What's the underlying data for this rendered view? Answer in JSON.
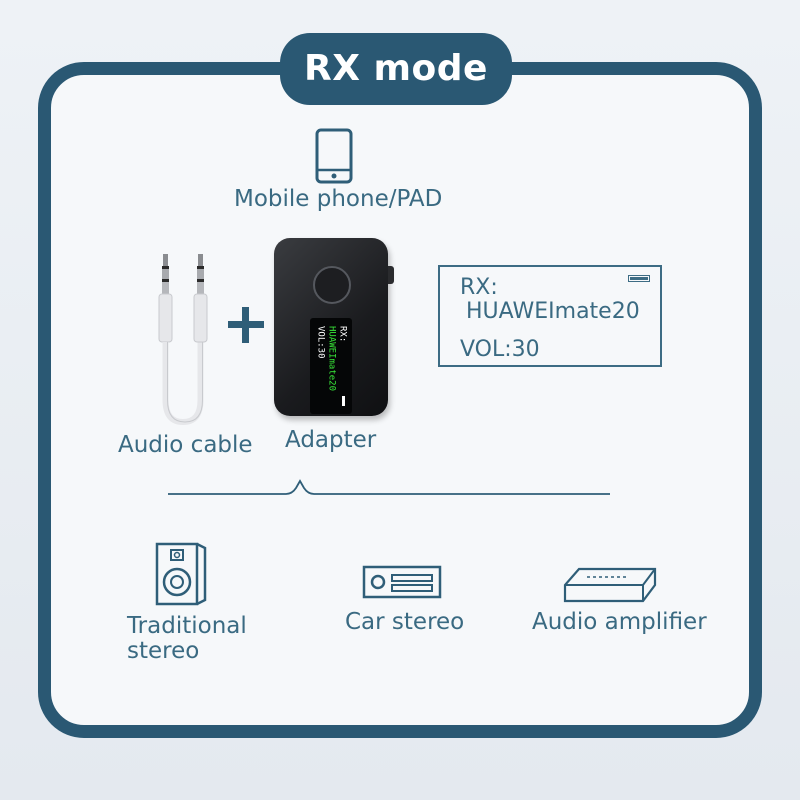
{
  "title": "RX mode",
  "source": {
    "label": "Mobile phone/PAD",
    "icon": "mobile-phone-icon"
  },
  "audio_cable": {
    "label": "Audio cable",
    "icon": "audio-cable-icon"
  },
  "plus_symbol": {
    "icon": "plus-icon"
  },
  "adapter": {
    "label": "Adapter",
    "screen": {
      "rx": "RX:",
      "device": "HUAWEImate20",
      "volume": "VOL:30"
    }
  },
  "display": {
    "rx_label": "RX:",
    "device_name": "HUAWEImate20",
    "volume": "VOL:30",
    "battery_icon": "battery-icon"
  },
  "outputs": [
    {
      "label_line1": "Traditional",
      "label_line2": "stereo",
      "icon": "speaker-icon"
    },
    {
      "label": "Car stereo",
      "icon": "car-stereo-icon"
    },
    {
      "label": "Audio amplifier",
      "icon": "amplifier-icon"
    }
  ],
  "colors": {
    "frame": "#2a5873",
    "text": "#3a6a82",
    "background": "#f6f8fa"
  }
}
